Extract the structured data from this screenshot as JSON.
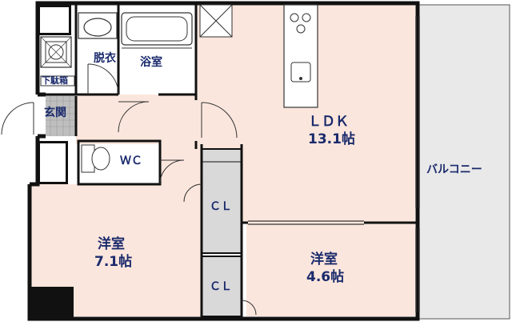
{
  "rooms": {
    "ldk_name": "ＬＤＫ",
    "ldk_size": "13.1帖",
    "bath": "浴室",
    "dressing": "脱衣",
    "shoe_box": "下駄箱",
    "entrance": "玄関",
    "wc": "ＷＣ",
    "cl_upper": "ＣＬ",
    "cl_lower": "ＣＬ",
    "western_left_name": "洋室",
    "western_left_size": "7.1帖",
    "western_right_name": "洋室",
    "western_right_size": "4.6帖",
    "balcony": "バルコニー"
  },
  "colors": {
    "room_fill": "#fbe6dd",
    "wet_fill": "#ffffff",
    "wall": "#111111",
    "label": "#1a2a6c",
    "closet_fill": "#d9d9d9",
    "balcony_fill": "#e9e9e9",
    "floor_tile": "#bfbfbf"
  }
}
